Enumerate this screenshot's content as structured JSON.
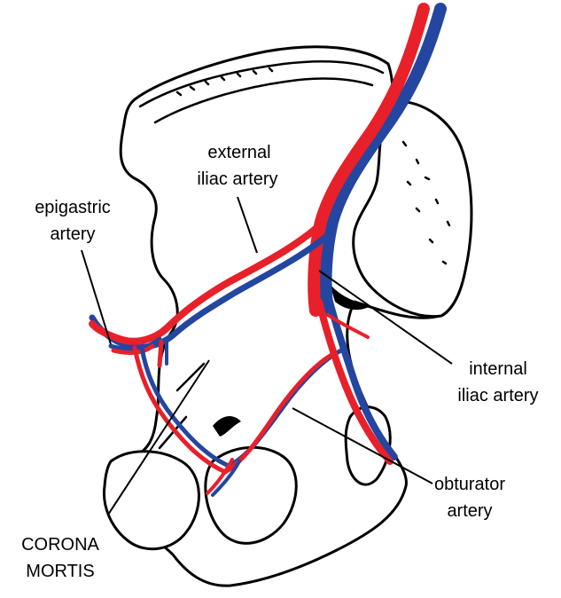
{
  "colors": {
    "artery": "#e8202a",
    "vein": "#2346a0",
    "outline": "#000000",
    "background": "#ffffff"
  },
  "labels": {
    "external_iliac": [
      "external",
      "iliac artery"
    ],
    "epigastric": [
      "epigastric",
      "artery"
    ],
    "internal_iliac": [
      "internal",
      "iliac artery"
    ],
    "obturator": [
      "obturator",
      "artery"
    ],
    "corona_mortis": [
      "CORONA",
      "MORTIS"
    ]
  }
}
